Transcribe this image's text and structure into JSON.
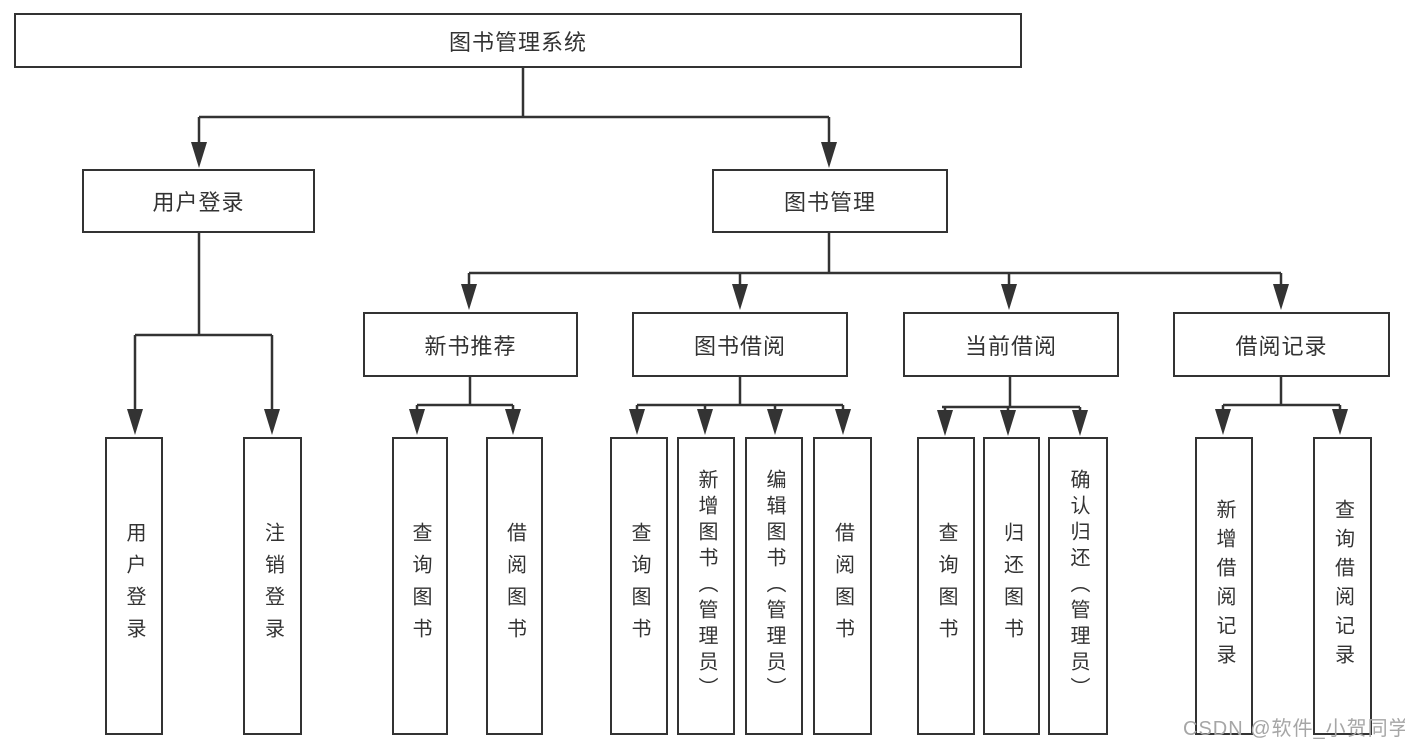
{
  "diagram": {
    "nodes": {
      "root": "图书管理系统",
      "user_login": "用户登录",
      "book_management": "图书管理",
      "new_book_recommend": "新书推荐",
      "book_borrowing": "图书借阅",
      "current_borrowing": "当前借阅",
      "borrowing_records": "借阅记录"
    },
    "children": {
      "user_login": [
        "用户登录",
        "注销登录"
      ],
      "new_book_recommend": [
        "查询图书",
        "借阅图书"
      ],
      "book_borrowing": [
        "查询图书",
        "新增图书（管理员）",
        "编辑图书（管理员）",
        "借阅图书"
      ],
      "current_borrowing": [
        "查询图书",
        "归还图书",
        "确认归还（管理员）"
      ],
      "borrowing_records": [
        "新增借阅记录",
        "查询借阅记录"
      ]
    }
  },
  "watermark": "CSDN @软件_小贺同学",
  "colors": {
    "background": "#ffffff",
    "border": "#333333",
    "line": "#333333",
    "text": "#333333",
    "watermark": "#a6a6a6"
  }
}
